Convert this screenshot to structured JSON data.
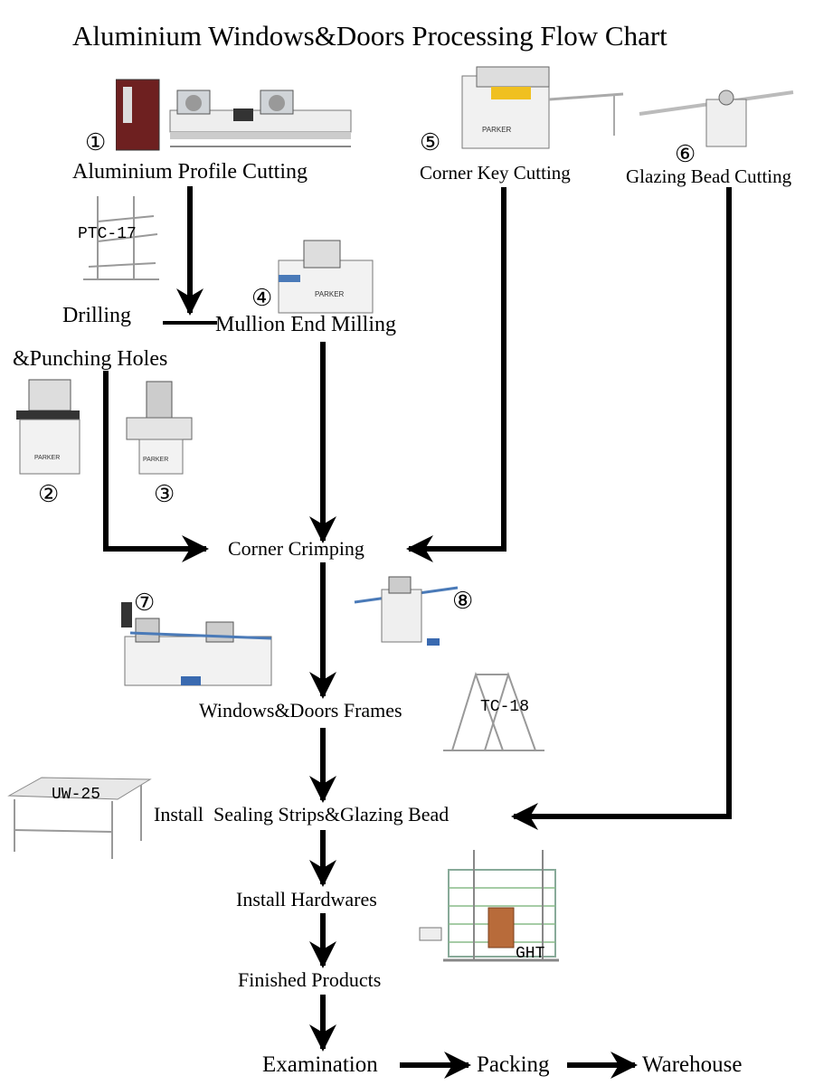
{
  "title": "Aluminium Windows&Doors Processing Flow Chart",
  "steps": {
    "profile_cutting": {
      "num": "①",
      "label": "Aluminium Profile Cutting"
    },
    "corner_key_cutting": {
      "num": "⑤",
      "label": "Corner Key Cutting"
    },
    "glazing_bead_cutting": {
      "num": "⑥",
      "label": "Glazing Bead Cutting"
    },
    "drilling": {
      "label_line1": "Drilling",
      "label_line2": "&Punching Holes",
      "num_a": "②",
      "num_b": "③"
    },
    "mullion_end_milling": {
      "num": "④",
      "label": "Mullion End Milling"
    },
    "corner_crimping": {
      "label": "Corner Crimping",
      "num_a": "⑦",
      "num_b": "⑧"
    },
    "frames": {
      "label": "Windows&Doors Frames"
    },
    "sealing": {
      "label": "Install  Sealing Strips&Glazing Bead"
    },
    "hardwares": {
      "label": "Install Hardwares"
    },
    "finished": {
      "label": "Finished Products"
    },
    "examination": {
      "label": "Examination"
    },
    "packing": {
      "label": "Packing"
    },
    "warehouse": {
      "label": "Warehouse"
    }
  },
  "equipment": {
    "ptc17": "PTC-17",
    "tc18": "TC-18",
    "uw25": "UW-25",
    "ght": "GHT",
    "brand": "PARKER"
  }
}
